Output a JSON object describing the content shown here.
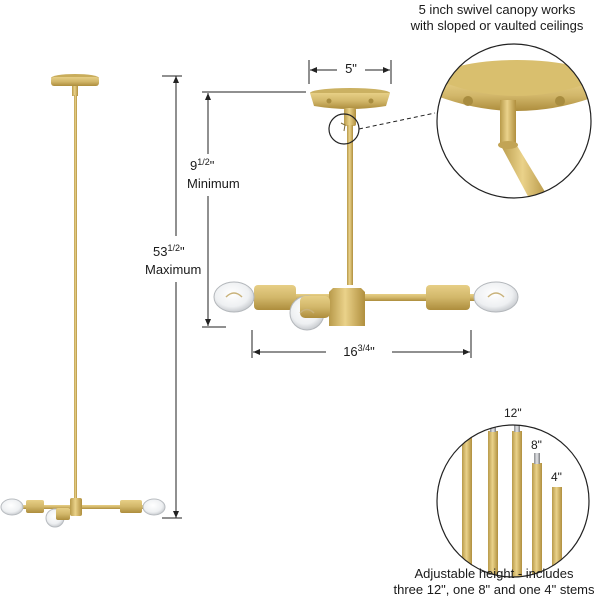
{
  "canopy_note": {
    "line1": "5 inch swivel canopy works",
    "line2": "with sloped or vaulted ceilings"
  },
  "dim_canopy": "5\"",
  "dim_min": {
    "whole": "9",
    "frac": "1/2",
    "unit": "\"",
    "label": "Minimum"
  },
  "dim_max": {
    "whole": "53",
    "frac": "1/2",
    "unit": "\"",
    "label": "Maximum"
  },
  "dim_width": {
    "whole": "16",
    "frac": "3/4",
    "unit": "\""
  },
  "stems": {
    "labels": [
      "12\"",
      "8\"",
      "4\""
    ],
    "note_line1": "Adjustable height - includes",
    "note_line2": "three 12\", one 8\" and one 4\" stems"
  },
  "colors": {
    "brass": "#d8bf72",
    "brass_dark": "#b89a4a",
    "line": "#222222"
  }
}
